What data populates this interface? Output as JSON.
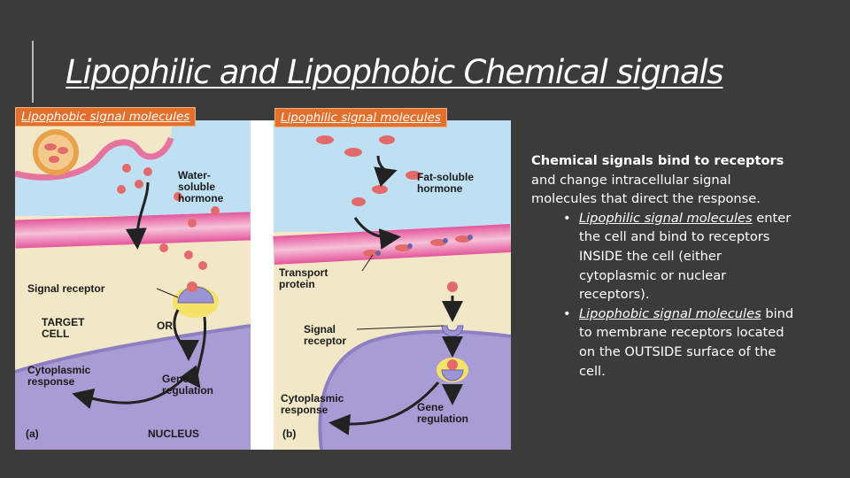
{
  "slide": {
    "title": "Lipophilic and Lipophobic Chemical signals",
    "label_a": "Lipophobic signal molecules",
    "label_b": "Lipophilic signal molecules"
  },
  "figure": {
    "panel_a": {
      "water_soluble_hormone": [
        "Water-",
        "soluble",
        "hormone"
      ],
      "signal_receptor": "Signal receptor",
      "target_cell": [
        "TARGET",
        "CELL"
      ],
      "or": "OR",
      "cytoplasmic_response": [
        "Cytoplasmic",
        "response"
      ],
      "gene_regulation": [
        "Gene",
        "regulation"
      ],
      "nucleus": "NUCLEUS",
      "panel_letter": "(a)"
    },
    "panel_b": {
      "fat_soluble_hormone": [
        "Fat-soluble",
        "hormone"
      ],
      "transport_protein": [
        "Transport",
        "protein"
      ],
      "signal_receptor": [
        "Signal",
        "receptor"
      ],
      "cytoplasmic_response": [
        "Cytoplasmic",
        "response"
      ],
      "gene_regulation": [
        "Gene",
        "regulation"
      ],
      "panel_letter": "(b)"
    }
  },
  "text": {
    "lead": "Chemical signals bind to receptors",
    "intro": "and change intracellular signal molecules that direct the response.",
    "bullets": [
      {
        "key": "Lipophilic signal molecules",
        "rest": "enter the cell and bind to receptors INSIDE the cell (either cytoplasmic or nuclear receptors)."
      },
      {
        "key": "Lipophobic signal molecules",
        "rest": "bind to membrane receptors located on the OUTSIDE surface of the cell."
      }
    ]
  },
  "colors": {
    "background": "#3b3b3b",
    "label_fill": "#e26f2c",
    "extracellular": "#bfe0f2",
    "membrane": "#f3a6c9",
    "cytoplasm": "#eadfb6",
    "nucleus": "#a99bd4",
    "hormone": "#e26a6a"
  }
}
